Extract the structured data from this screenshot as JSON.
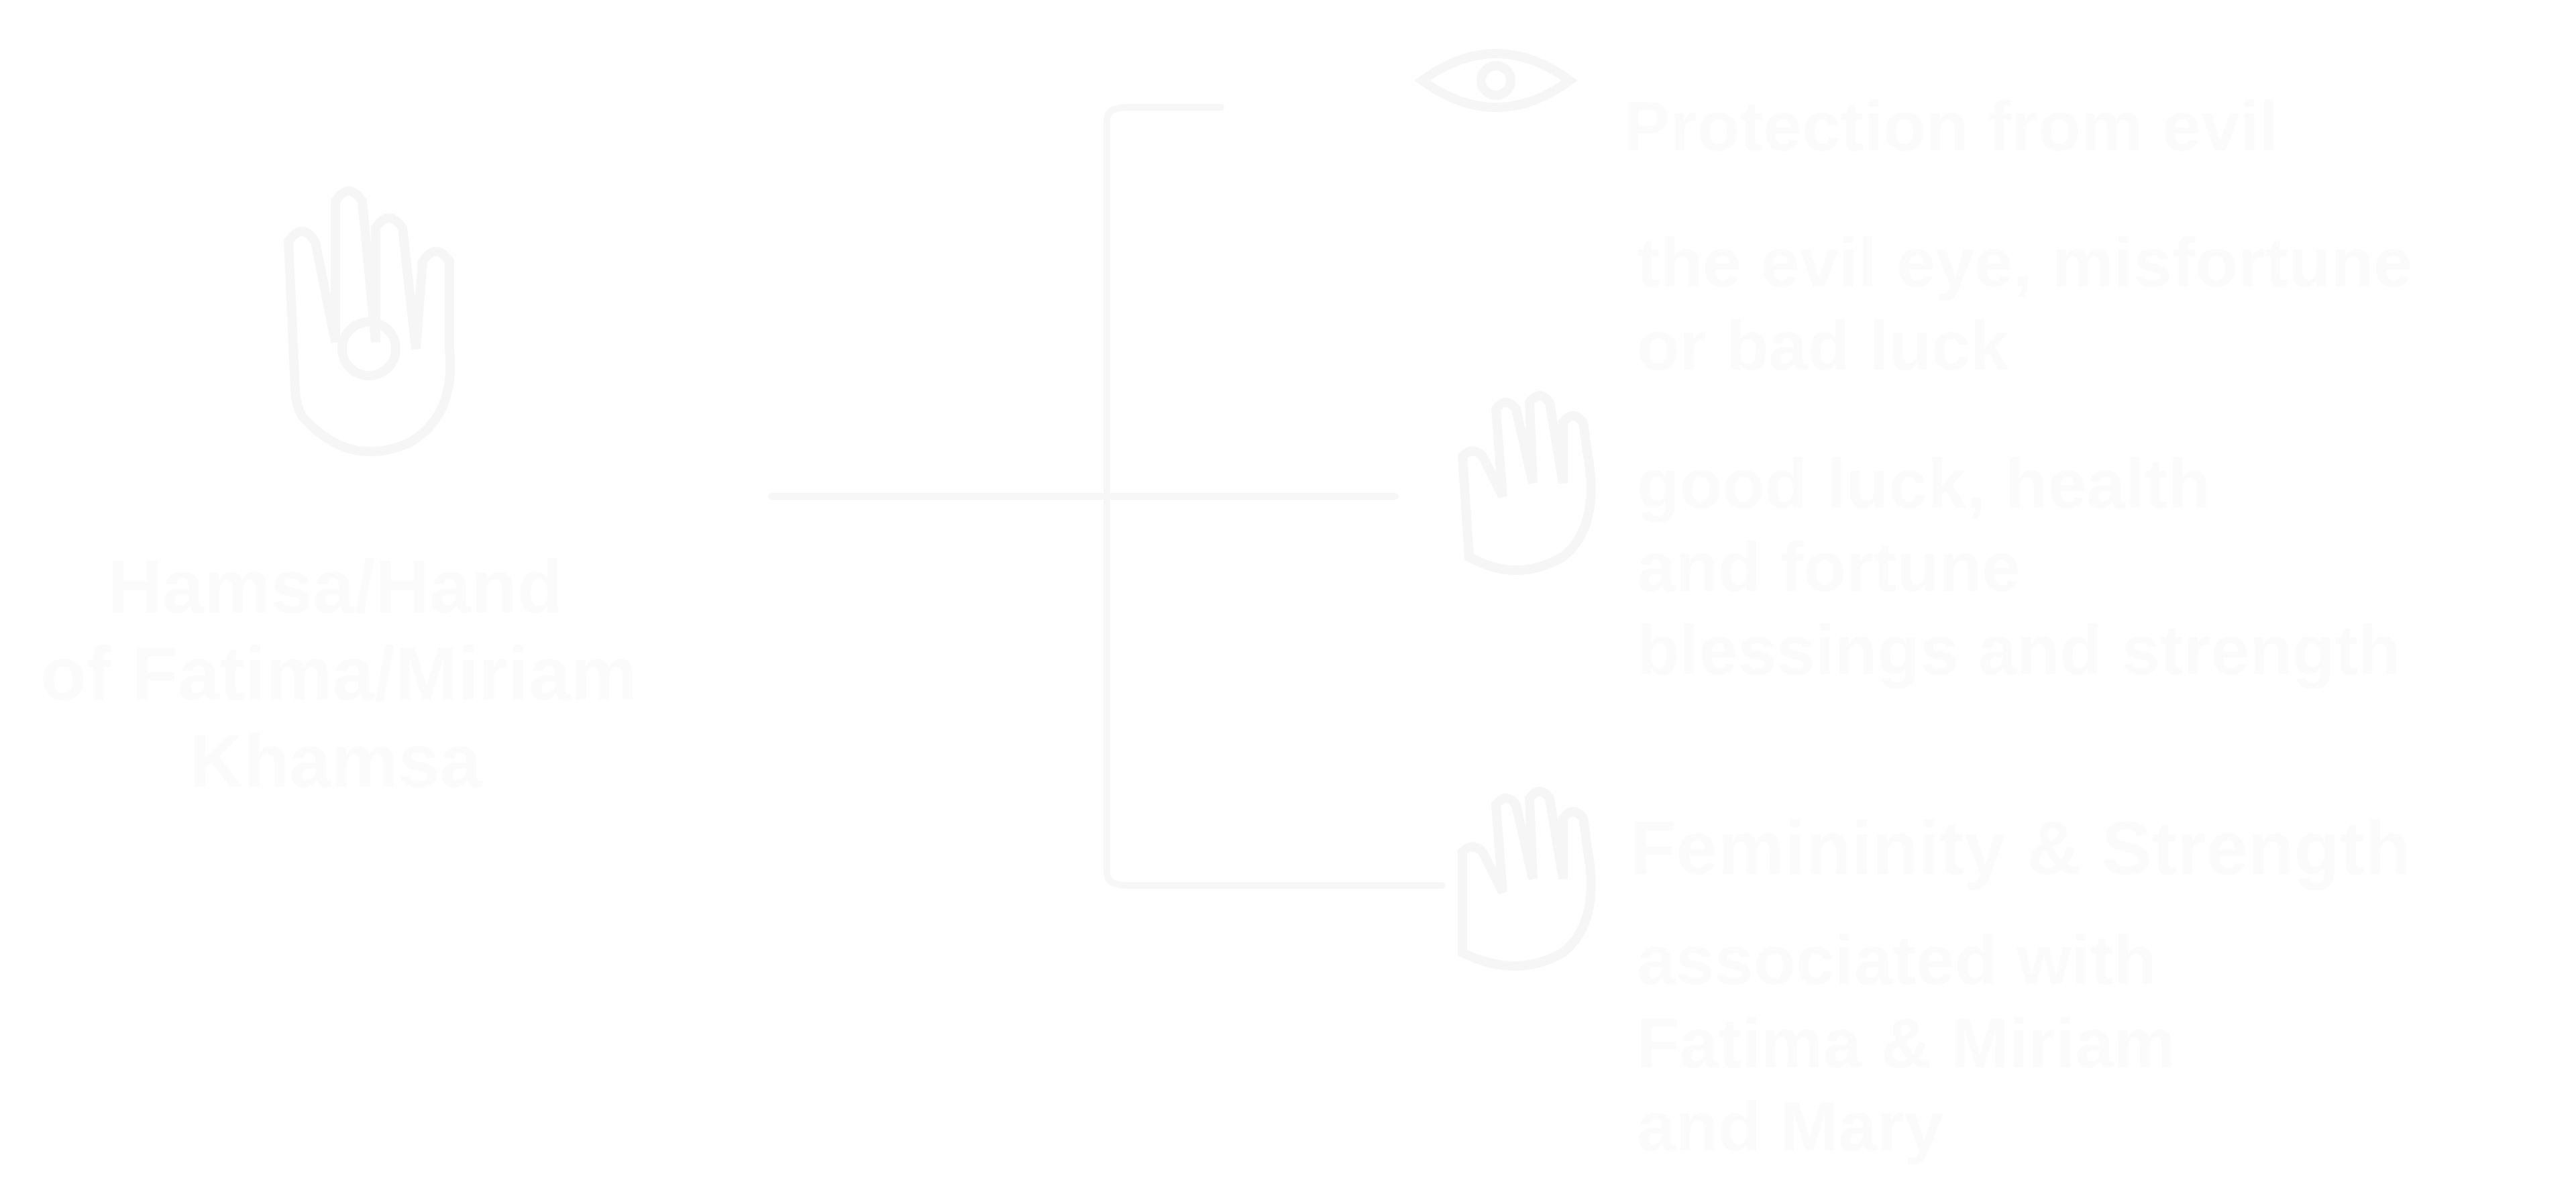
{
  "diagram": {
    "root": {
      "title_lines": [
        "Hamsa/Hand",
        "of Fatima/Miriam",
        "Khamsa"
      ]
    },
    "branches": [
      {
        "heading": "Protection from evil",
        "lines": [
          "the evil eye, misfortune",
          "or bad luck"
        ]
      },
      {
        "heading": "",
        "lines": [
          "good luck, health",
          "and fortune",
          "blessings and strength"
        ]
      },
      {
        "heading": "Femininity & Strength",
        "lines": [
          "associated with",
          "Fatima & Miriam",
          "and Mary"
        ]
      }
    ],
    "colors": {
      "background": "#ffffff",
      "ink": "#fbfbfb"
    },
    "icons": [
      "hamsa-hand-icon",
      "eye-icon",
      "hand-icon",
      "hand-icon"
    ]
  }
}
